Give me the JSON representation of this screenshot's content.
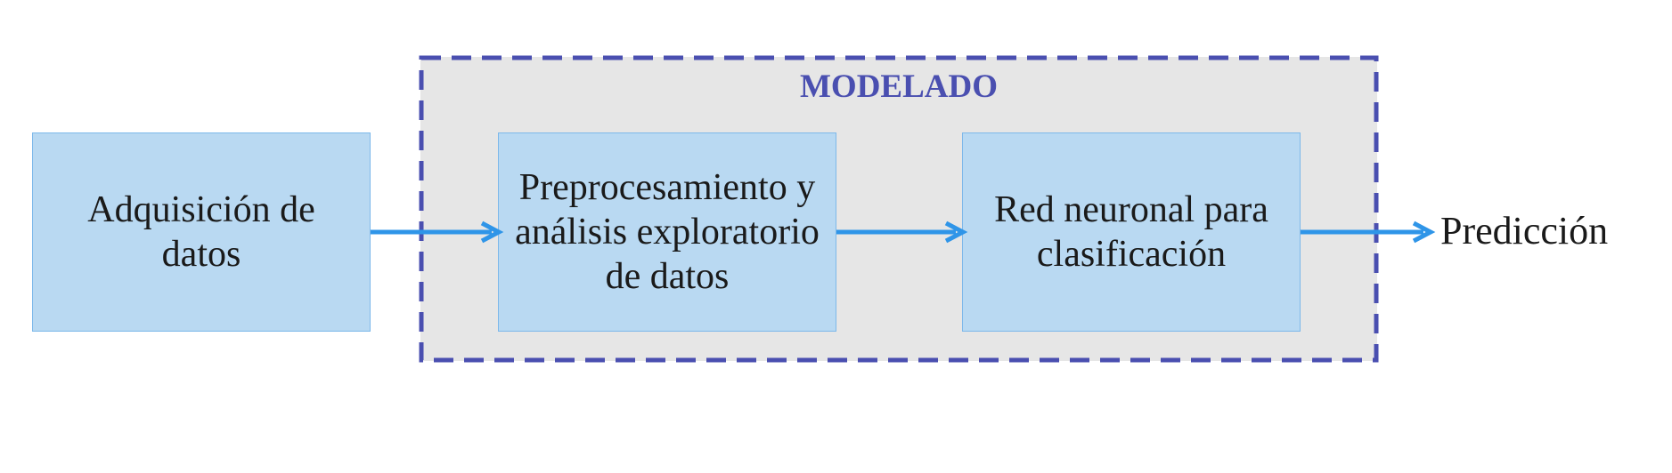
{
  "group": {
    "title": "MODELADO"
  },
  "nodes": [
    {
      "id": "adquisicion",
      "label": "Adquisición de datos"
    },
    {
      "id": "preprocesamiento",
      "label": "Preprocesamiento y análisis exploratorio de datos"
    },
    {
      "id": "red",
      "label": "Red neuronal para clasificación"
    }
  ],
  "output": {
    "label": "Predicción"
  },
  "colors": {
    "box_fill": "#b9d9f2",
    "box_border": "#7db8ea",
    "arrow": "#2f95e8",
    "group_fill": "#e6e6e6",
    "group_border": "#4a4fb0",
    "title": "#4a4fb0",
    "text": "#1a1a1a"
  }
}
